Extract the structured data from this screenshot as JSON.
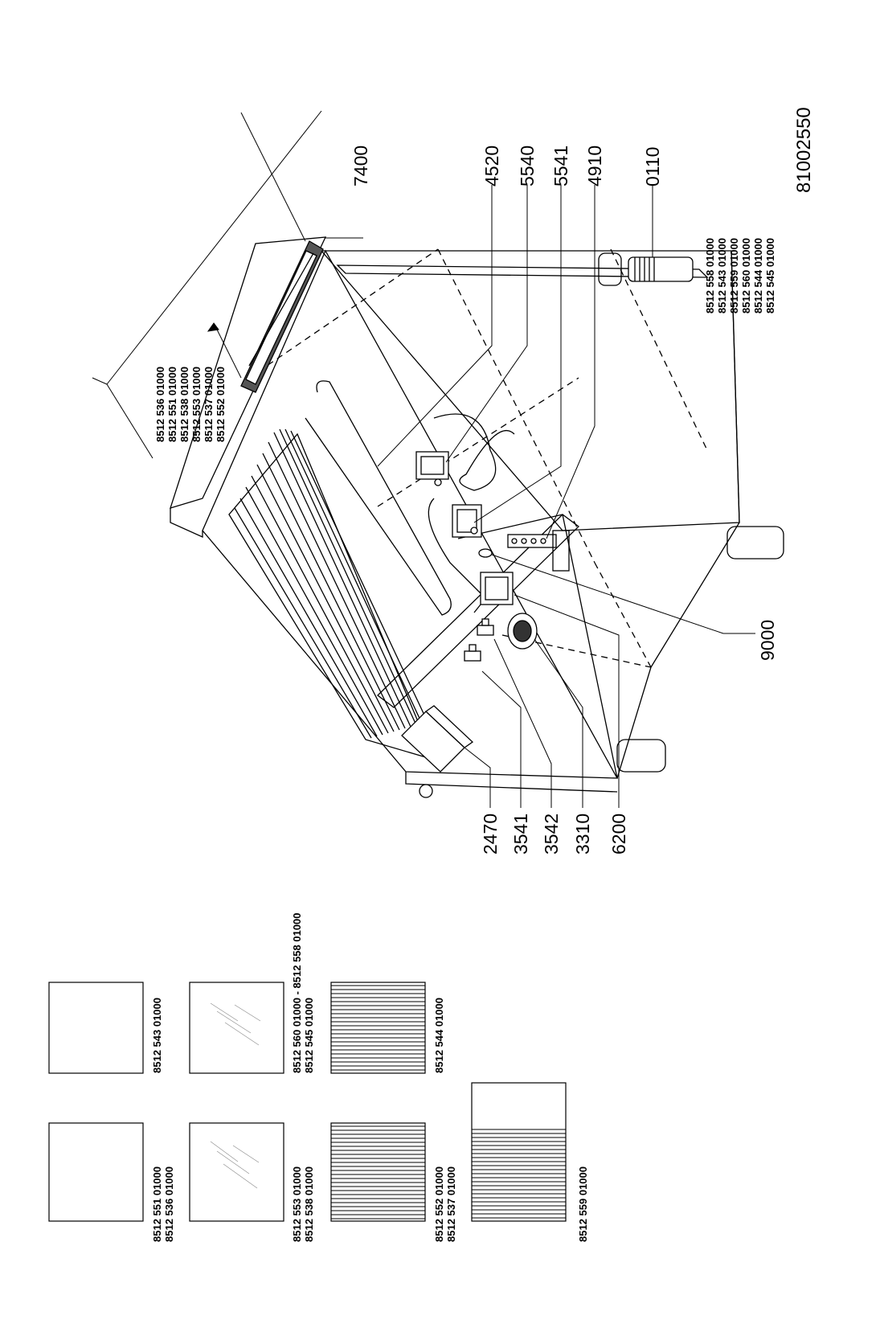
{
  "drawing_number": "81002550",
  "callouts": {
    "c7400": "7400",
    "c4520": "4520",
    "c5540": "5540",
    "c5541": "5541",
    "c4910": "4910",
    "c0110": "0110",
    "c9000": "9000",
    "c2470": "2470",
    "c3541": "3541",
    "c3542": "3542",
    "c3310": "3310",
    "c6200": "6200"
  },
  "plate_parts_right": [
    "8512 558 01000",
    "8512 543 01000",
    "8512 559 01000",
    "8512 560 01000",
    "8512 544 01000",
    "8512 545 01000"
  ],
  "plate_parts_left": [
    "8512 536 01000",
    "8512 551 01000",
    "8512 538 01000",
    "8512 553 01000",
    "8512 537 01000",
    "8512 552 01000"
  ],
  "plates": [
    {
      "line1": "8512 551 01000",
      "line2": "8512 536 01000",
      "pattern": "smooth"
    },
    {
      "line1": "8512 543 01000",
      "line2": "",
      "pattern": "smooth"
    },
    {
      "line1": "8512 553 01000",
      "line2": "8512 538 01000",
      "pattern": "chrome"
    },
    {
      "line1": "8512 560 01000 - 8512 558 01000",
      "line2": "8512 545 01000",
      "pattern": "chrome"
    },
    {
      "line1": "8512 552 01000",
      "line2": "8512 537 01000",
      "pattern": "ribbed"
    },
    {
      "line1": "8512 544 01000",
      "line2": "",
      "pattern": "ribbed"
    },
    {
      "line1": "8512 559 01000",
      "line2": "",
      "pattern": "half-ribbed"
    }
  ]
}
